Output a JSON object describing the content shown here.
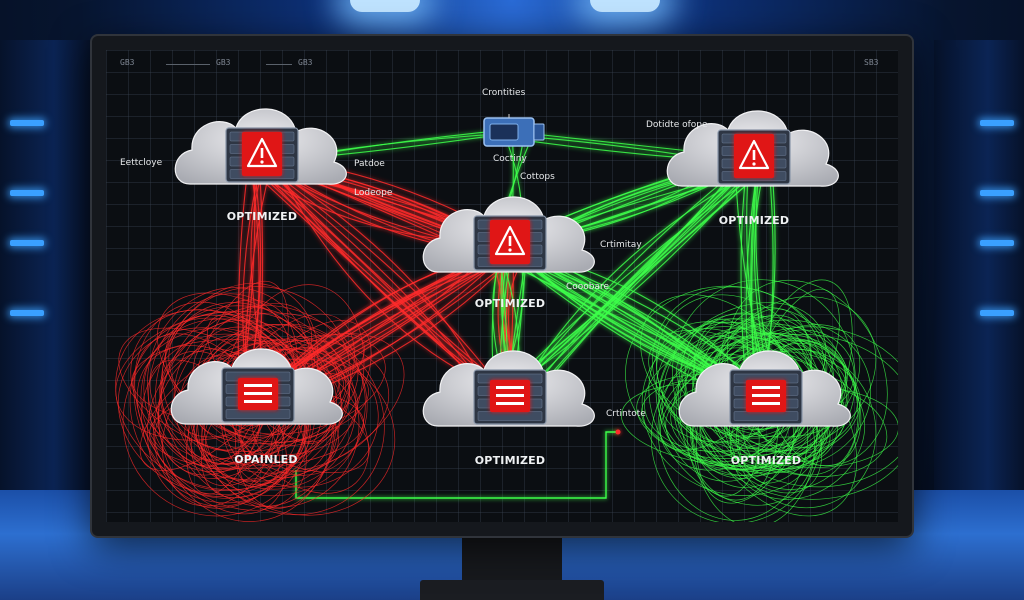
{
  "titlebar": {
    "left_a": "GB3",
    "left_b": "GB3",
    "left_c": "GB3",
    "right": "SB3"
  },
  "top_device": {
    "icon": "projector-device-icon",
    "top_label": "Crontities",
    "bottom_label": "Coctiny"
  },
  "nodes": [
    {
      "id": "top-left",
      "status": "warning",
      "label": "OPTIMIZED"
    },
    {
      "id": "top-right",
      "status": "warning",
      "label": "OPTIMIZED"
    },
    {
      "id": "center",
      "status": "warning",
      "label": "OPTIMIZED"
    },
    {
      "id": "bottom-left",
      "status": "error",
      "label": "OPAINLED"
    },
    {
      "id": "bottom-center",
      "status": "error",
      "label": "OPTIMIZED"
    },
    {
      "id": "bottom-right",
      "status": "error",
      "label": "OPTIMIZED"
    }
  ],
  "annotations": {
    "left": "Eettcloye",
    "patdoe": "Patdoe",
    "lodeope": "Lodeope",
    "right_top": "Dotidte ofope",
    "cottops": "Cottops",
    "crtimitay": "Crtimitay",
    "cooobare": "Cooobare",
    "crtintote": "Crtintote"
  },
  "colors": {
    "red": "#ff2a2a",
    "green": "#3dff4a",
    "warning_fill": "#e01515",
    "cloud": "#d8d8dc"
  }
}
